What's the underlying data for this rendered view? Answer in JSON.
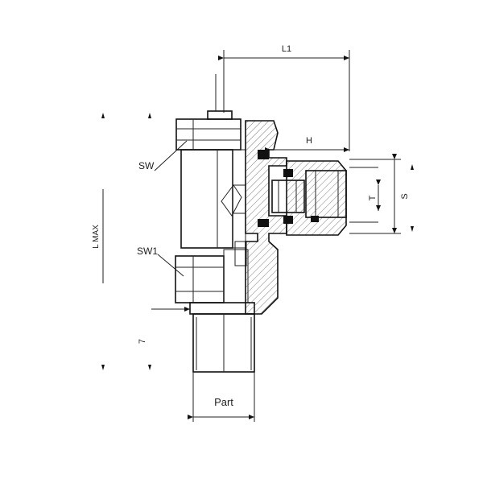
{
  "labels": {
    "l1": "L1",
    "h": "H",
    "sw": "SW",
    "sw1": "SW1",
    "l_max": "L MAX",
    "t": "T",
    "s": "S",
    "part": "Part",
    "seven": "7"
  },
  "colors": {
    "line": "#111111",
    "background": "#ffffff",
    "hatch": "#333333"
  }
}
